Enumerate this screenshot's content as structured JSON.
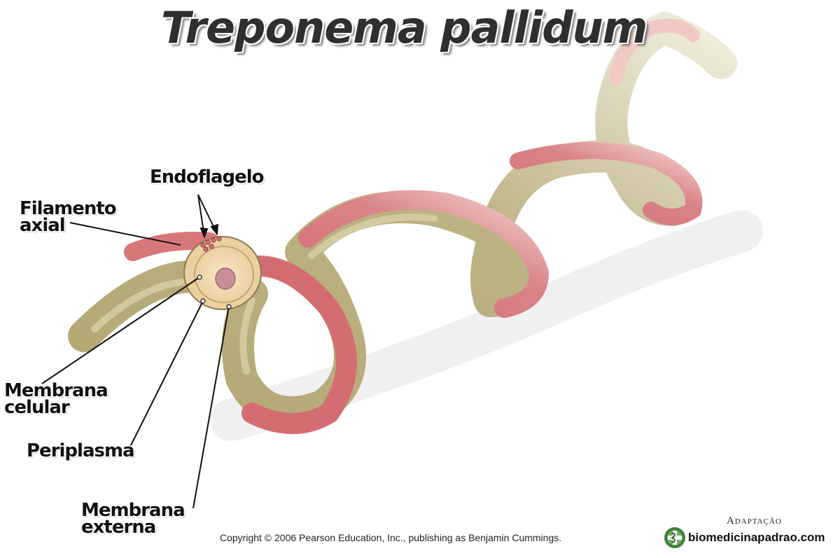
{
  "title": "Treponema pallidum",
  "labels": {
    "endoflagelo": "Endoflagelo",
    "filamento_axial": [
      "Filamento",
      "axial"
    ],
    "membrana_celular": [
      "Membrana",
      "celular"
    ],
    "periplasma": "Periplasma",
    "membrana_externa": [
      "Membrana",
      "externa"
    ]
  },
  "credits": {
    "copyright": "Copyright © 2006 Pearson Education, Inc., publishing as Benjamin Cummings.",
    "adaptacao": "Adaptação",
    "site": "biomedicinapadrao.com"
  },
  "colors": {
    "body": "#b3a873",
    "body_light": "#e8e2c4",
    "filament": "#d8777a",
    "filament_light": "#f0c9c4",
    "cytoplasm": "#f3dcb5",
    "nucleoid": "#c98d98",
    "leader_line": "#111111"
  }
}
